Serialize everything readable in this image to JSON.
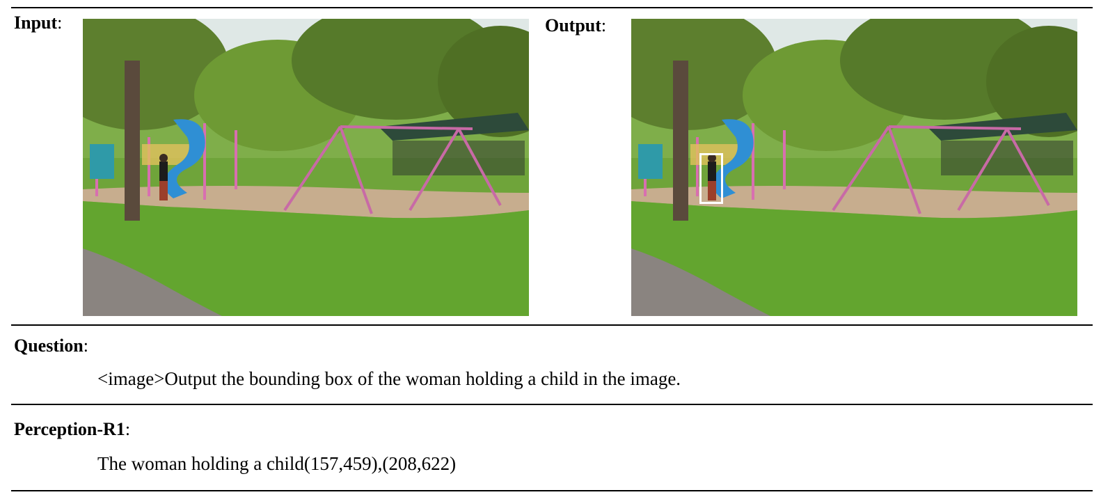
{
  "input_label": "Input",
  "output_label": "Output",
  "question_label": "Question",
  "question_text": "<image>Output the bounding box of the woman holding a child in the image.",
  "answer_label": "Perception-R1",
  "answer_text": "The woman holding a child(157,459),(208,622)",
  "input_image": {
    "content": "park playground with blue spiral slide, pink swing set, picnic shelter, trees and green lawn"
  },
  "output_image": {
    "content": "same park playground photo with a white bounding box around the woman holding a child"
  }
}
